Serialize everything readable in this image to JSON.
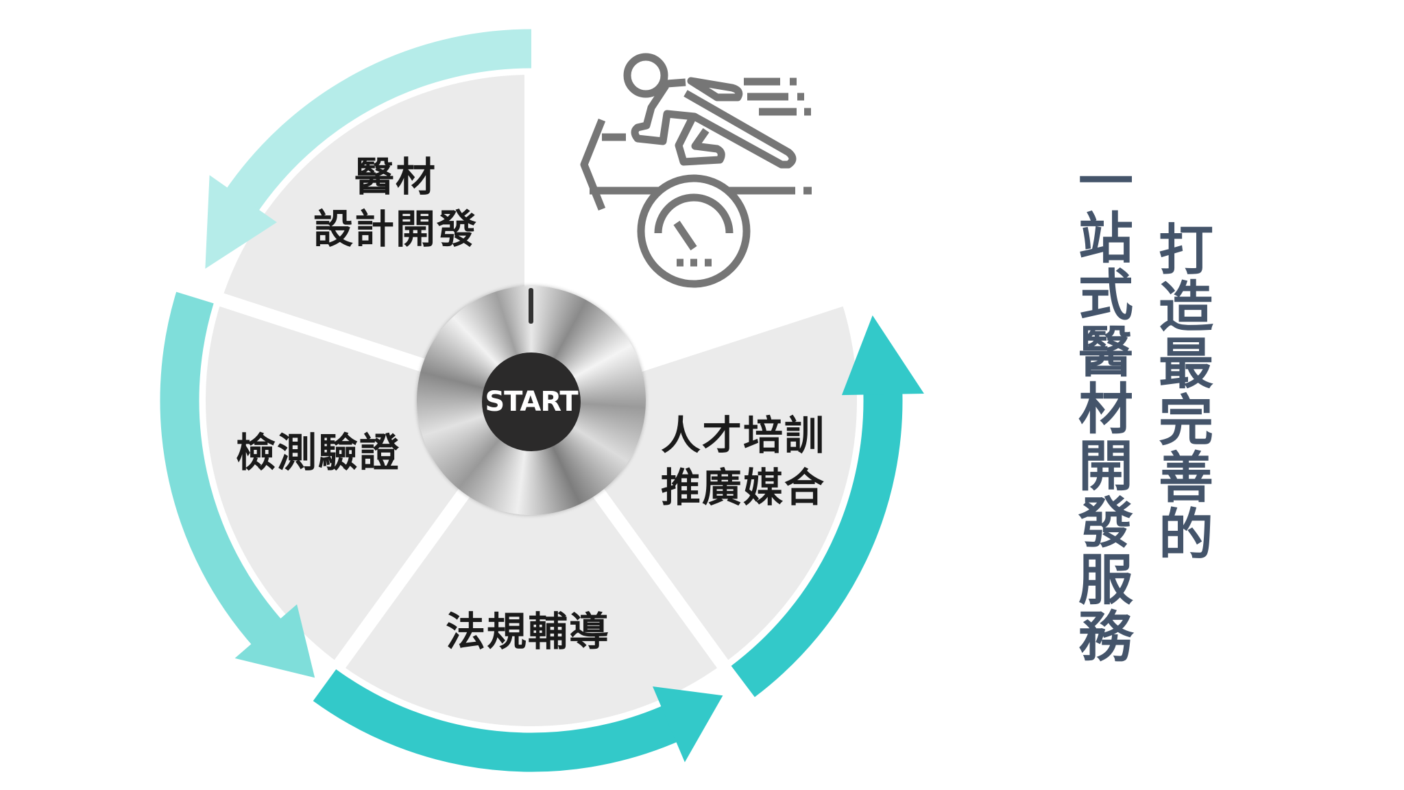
{
  "center_button": {
    "label": "START"
  },
  "segments": [
    {
      "id": "design",
      "lines": [
        "醫材",
        "設計開發"
      ]
    },
    {
      "id": "testing",
      "lines": [
        "檢測驗證"
      ]
    },
    {
      "id": "regulatory",
      "lines": [
        "法規輔導"
      ]
    },
    {
      "id": "training",
      "lines": [
        "人才培訓",
        "推廣媒合"
      ]
    }
  ],
  "icon": "runner-speedometer-icon",
  "headline": {
    "line1": "打造最完善的",
    "line2": "一站式醫材開發服務"
  },
  "colors": {
    "arrow_light": "#b5ece9",
    "arrow_medium": "#7fdeda",
    "arrow_dark": "#33c9c9",
    "segment_fill": "#ebebeb",
    "icon_gray": "#767676",
    "headline": "#44546a"
  }
}
